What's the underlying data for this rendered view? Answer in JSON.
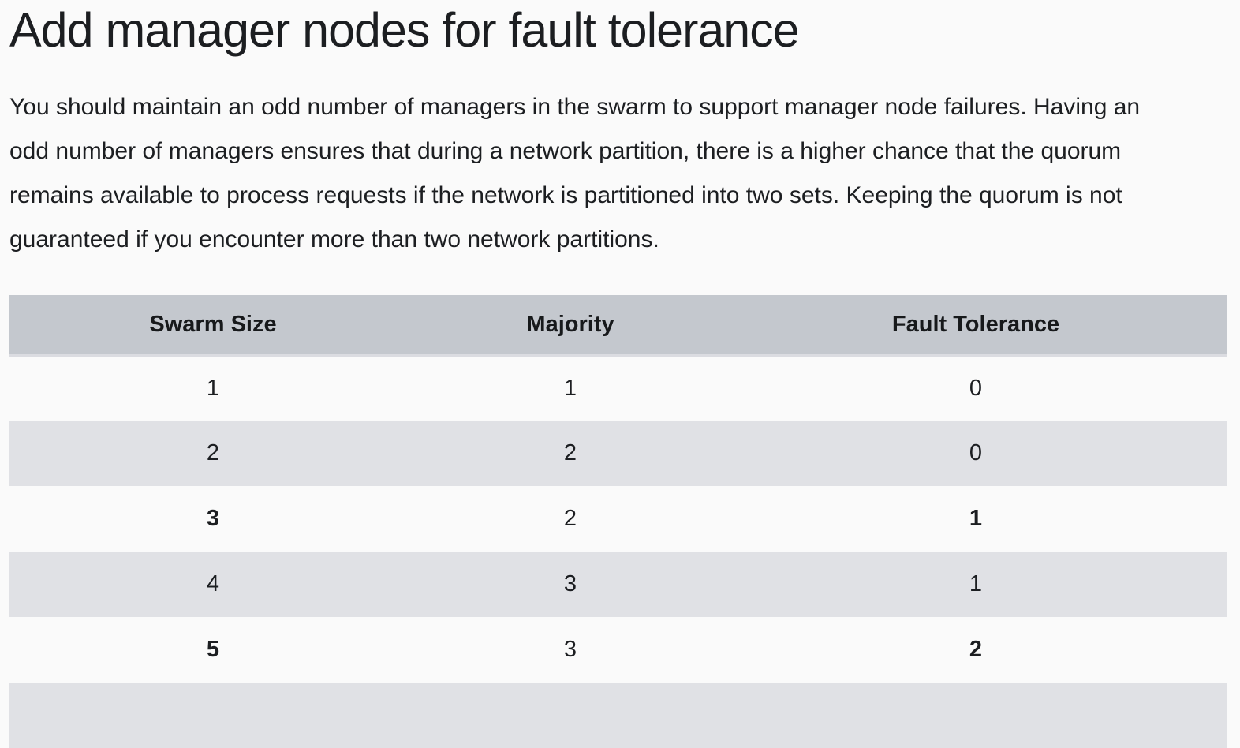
{
  "page": {
    "background": "#fafafa",
    "text_color": "#1c1e21"
  },
  "heading": "Add manager nodes for fault tolerance",
  "paragraph_lines": [
    "You should maintain an odd number of managers in the swarm to support manager node failures. Having an",
    "odd number of managers ensures that during a network partition, there is a higher chance that the quorum",
    "remains available to process requests if the network is partitioned into two sets. Keeping the quorum is not",
    "guaranteed if you encounter more than two network partitions."
  ],
  "table": {
    "colors": {
      "header_bg": "#c4c8ce",
      "stripe_bg": "#e0e1e5",
      "row_bg": "#fafafa",
      "header_border": "#dbdce1"
    },
    "columns": [
      "Swarm Size",
      "Majority",
      "Fault Tolerance"
    ],
    "rows": [
      {
        "cells": [
          {
            "text": "1",
            "bold": false
          },
          {
            "text": "1",
            "bold": false
          },
          {
            "text": "0",
            "bold": false
          }
        ]
      },
      {
        "cells": [
          {
            "text": "2",
            "bold": false
          },
          {
            "text": "2",
            "bold": false
          },
          {
            "text": "0",
            "bold": false
          }
        ]
      },
      {
        "cells": [
          {
            "text": "3",
            "bold": true
          },
          {
            "text": "2",
            "bold": false
          },
          {
            "text": "1",
            "bold": true
          }
        ]
      },
      {
        "cells": [
          {
            "text": "4",
            "bold": false
          },
          {
            "text": "3",
            "bold": false
          },
          {
            "text": "1",
            "bold": false
          }
        ]
      },
      {
        "cells": [
          {
            "text": "5",
            "bold": true
          },
          {
            "text": "3",
            "bold": false
          },
          {
            "text": "2",
            "bold": true
          }
        ]
      },
      {
        "cells": [
          {
            "text": "",
            "bold": false
          },
          {
            "text": "",
            "bold": false
          },
          {
            "text": "",
            "bold": false
          }
        ],
        "clipped": true
      }
    ]
  }
}
